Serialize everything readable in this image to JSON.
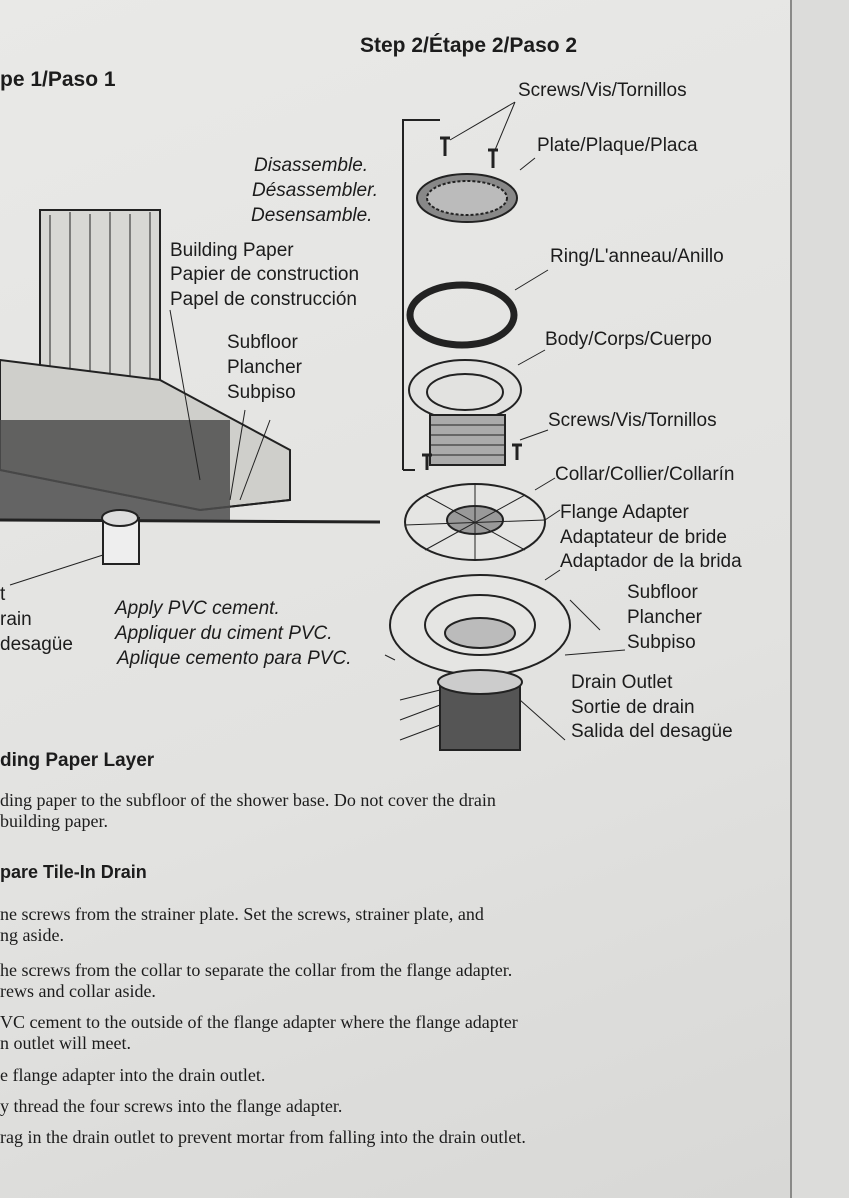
{
  "step1_title": "pe 1/Paso 1",
  "step2_title": "Step 2/Étape 2/Paso 2",
  "diagram_labels": {
    "screws_top": "Screws/Vis/Tornillos",
    "plate": "Plate/Plaque/Placa",
    "disassemble": [
      "Disassemble.",
      "Désassembler.",
      "Desensamble."
    ],
    "building_paper": [
      "Building Paper",
      "Papier de construction",
      "Papel de construcción"
    ],
    "ring": "Ring/L'anneau/Anillo",
    "subfloor_left": [
      "Subfloor",
      "Plancher",
      "Subpiso"
    ],
    "body": "Body/Corps/Cuerpo",
    "screws_bottom": "Screws/Vis/Tornillos",
    "collar": "Collar/Collier/Collarín",
    "flange": [
      "Flange Adapter",
      "Adaptateur de bride",
      "Adaptador de la brida"
    ],
    "subfloor_right": [
      "Subfloor",
      "Plancher",
      "Subpiso"
    ],
    "left_cut": [
      "t",
      "rain",
      "desagüe"
    ],
    "apply_cement": [
      "Apply PVC cement.",
      "Appliquer du ciment PVC.",
      "Aplique cemento para PVC."
    ],
    "drain_outlet": [
      "Drain Outlet",
      "Sortie de drain",
      "Salida del desagüe"
    ]
  },
  "sections": [
    {
      "heading": "ding Paper Layer",
      "lines": [
        "ding paper to the subfloor of the shower base. Do not cover the drain",
        " building paper."
      ]
    },
    {
      "heading": "pare Tile-In Drain",
      "lines": [
        "ne screws from the strainer plate. Set the screws, strainer plate, and",
        "ng aside.",
        "he screws from the collar to separate the collar from the flange adapter.",
        "rews and collar aside.",
        "VC cement to the outside of the flange adapter where the flange adapter",
        "n outlet will meet.",
        "e flange adapter into the drain outlet.",
        "y thread the four screws into the flange adapter.",
        " rag in the drain outlet to prevent mortar from falling into the drain outlet."
      ]
    }
  ]
}
